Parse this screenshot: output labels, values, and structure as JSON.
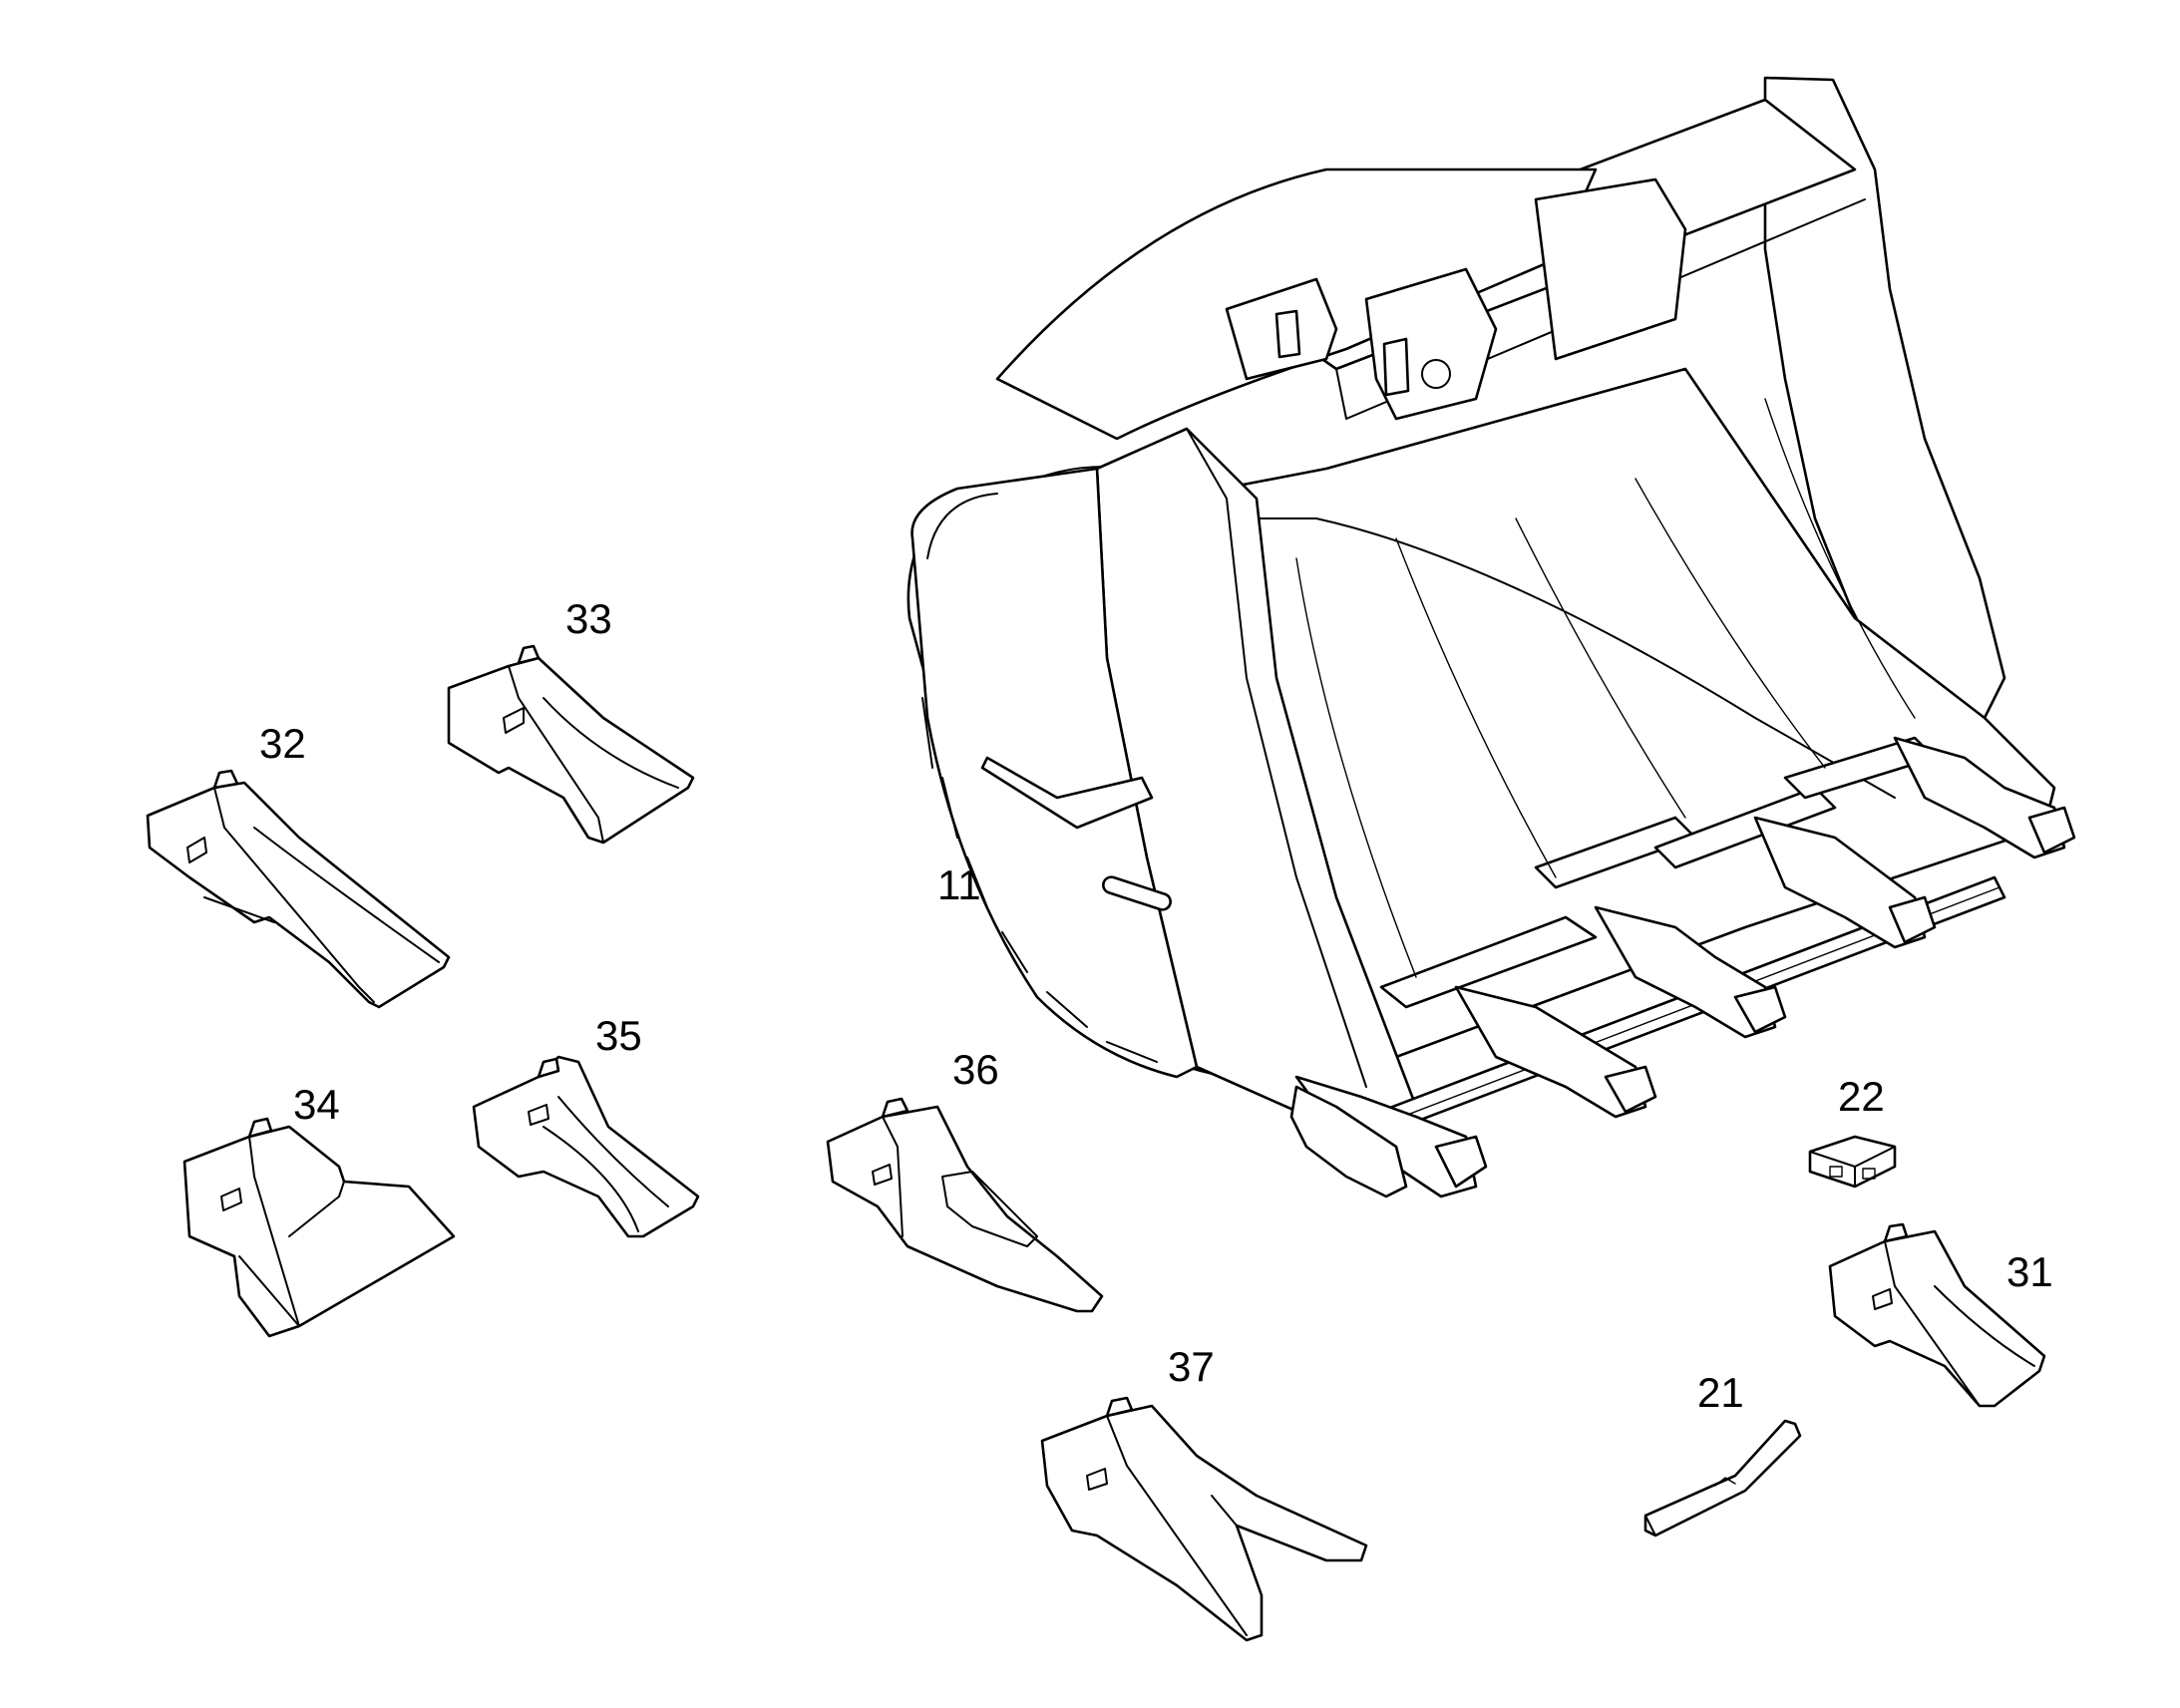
{
  "diagram": {
    "callouts": {
      "c11": "11",
      "c21": "21",
      "c22": "22",
      "c31": "31",
      "c32": "32",
      "c33": "33",
      "c34": "34",
      "c35": "35",
      "c36": "36",
      "c37": "37"
    }
  }
}
